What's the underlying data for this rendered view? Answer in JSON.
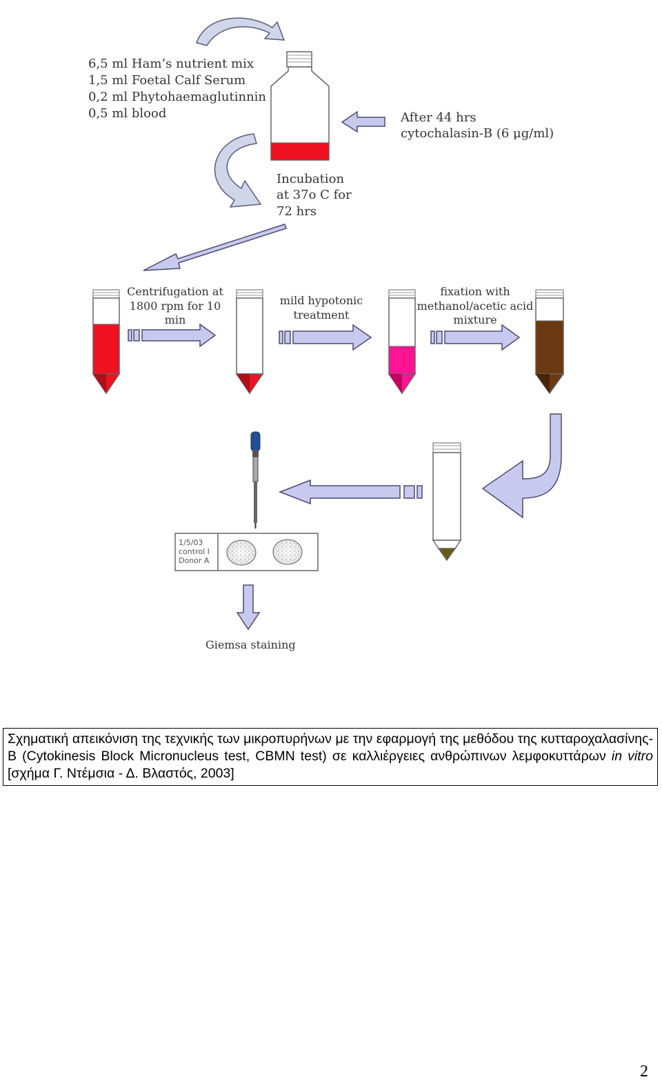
{
  "diagram": {
    "nutrient_lines": [
      "6,5 ml Ham’s nutrient mix",
      "1,5 ml Foetal Calf Serum",
      "0,2 ml Phytohaemaglutinnin",
      "0,5 ml blood"
    ],
    "cytochalasin_lines": [
      "After 44 hrs",
      "cytochalasin-B (6 μg/ml)"
    ],
    "incubation_lines": [
      "Incubation",
      "at 37ο C for",
      "72 hrs"
    ],
    "centrifugation_lines": [
      "Centrifugation at",
      "1800 rpm for 10",
      "min"
    ],
    "hypotonic_lines": [
      "mild hypotonic",
      "treatment"
    ],
    "fixation_lines": [
      "fixation with",
      "methanol/acetic acid",
      "mixture"
    ],
    "slide_label_lines": [
      "1/5/03",
      "control I",
      "Donor A"
    ],
    "staining_label": "Giemsa staining",
    "colors": {
      "blood_red": "#ee1122",
      "pink": "#ff1493",
      "brown": "#6b3a12",
      "olive": "#6b5a14",
      "arrow_fill": "#c8c9ef",
      "arrow_stroke": "#4a4a6e"
    }
  },
  "caption": {
    "part1": "Σχηματική απεικόνιση της τεχνικής των μικροπυρήνων με την εφαρμογή της μεθόδου της κυτταροχαλασίνης-Β (Cytokinesis Block Micronucleus test, CBMN test) σε καλλιέργειες ανθρώπινων λεμφοκυττάρων ",
    "italic": "in vitro",
    "part2": " [σχήμα Γ. Ντέμσια - Δ. Βλαστός, 2003]"
  },
  "page_number": "2"
}
